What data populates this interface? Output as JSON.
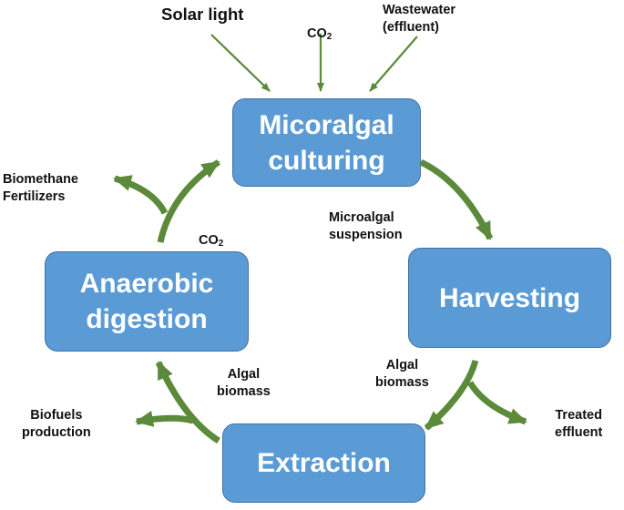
{
  "colors": {
    "box_fill": "#5b9bd5",
    "box_border": "#41719c",
    "box_text": "#ffffff",
    "arrow": "#5b8a3a",
    "label_text": "#111111"
  },
  "boxes": {
    "culturing": "Micoralgal\nculturing",
    "harvesting": "Harvesting",
    "extraction": "Extraction",
    "digestion": "Anaerobic\ndigestion"
  },
  "inputs": {
    "solar": "Solar light",
    "co2": "CO",
    "co2_sub": "2",
    "wastewater": "Wastewater\n(effluent)"
  },
  "labels": {
    "suspension": "Microalgal\nsuspension",
    "biomass_right": "Algal\nbiomass",
    "biomass_left": "Algal\nbiomass",
    "treated": "Treated\neffluent",
    "biofuels": "Biofuels\nproduction",
    "products": "Biomethane\nFertilizers",
    "co2": "CO",
    "co2_sub": "2"
  }
}
